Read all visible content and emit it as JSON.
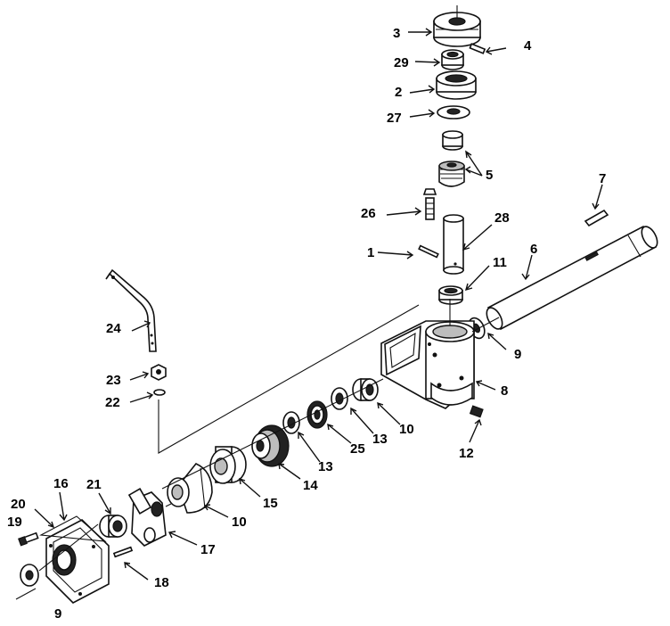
{
  "callouts": [
    {
      "id": "c3",
      "text": "3"
    },
    {
      "id": "c4",
      "text": "4"
    },
    {
      "id": "c29",
      "text": "29"
    },
    {
      "id": "c2",
      "text": "2"
    },
    {
      "id": "c27",
      "text": "27"
    },
    {
      "id": "c5",
      "text": "5"
    },
    {
      "id": "c7",
      "text": "7"
    },
    {
      "id": "c26",
      "text": "26"
    },
    {
      "id": "c28",
      "text": "28"
    },
    {
      "id": "c1",
      "text": "1"
    },
    {
      "id": "c6",
      "text": "6"
    },
    {
      "id": "c11",
      "text": "11"
    },
    {
      "id": "c24",
      "text": "24"
    },
    {
      "id": "c9a",
      "text": "9"
    },
    {
      "id": "c23",
      "text": "23"
    },
    {
      "id": "c8",
      "text": "8"
    },
    {
      "id": "c22",
      "text": "22"
    },
    {
      "id": "c10a",
      "text": "10"
    },
    {
      "id": "c13a",
      "text": "13"
    },
    {
      "id": "c25",
      "text": "25"
    },
    {
      "id": "c12",
      "text": "12"
    },
    {
      "id": "c13b",
      "text": "13"
    },
    {
      "id": "c14",
      "text": "14"
    },
    {
      "id": "c15",
      "text": "15"
    },
    {
      "id": "c16",
      "text": "16"
    },
    {
      "id": "c21",
      "text": "21"
    },
    {
      "id": "c10b",
      "text": "10"
    },
    {
      "id": "c20",
      "text": "20"
    },
    {
      "id": "c17",
      "text": "17"
    },
    {
      "id": "c19",
      "text": "19"
    },
    {
      "id": "c18",
      "text": "18"
    },
    {
      "id": "c9b",
      "text": "9"
    }
  ]
}
